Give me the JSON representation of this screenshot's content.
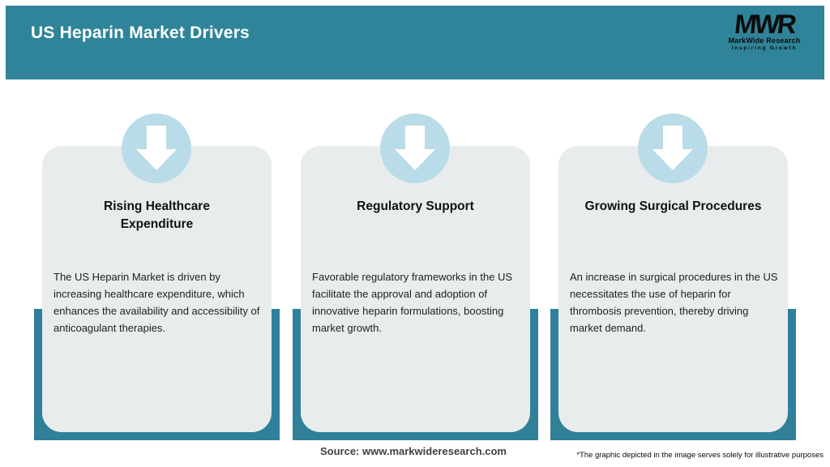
{
  "header": {
    "title": "US Heparin Market Drivers",
    "logo": {
      "acronym": "MWR",
      "name": "MarkWide Research",
      "tagline": "Inspiring Growth"
    }
  },
  "cards": [
    {
      "icon": "down-arrow-icon",
      "title": "Rising Healthcare Expenditure",
      "description": "The US Heparin Market is driven by increasing healthcare expenditure, which enhances the availability and accessibility of anticoagulant therapies."
    },
    {
      "icon": "down-arrow-icon",
      "title": "Regulatory Support",
      "description": "Favorable regulatory frameworks in the US facilitate the approval and adoption of innovative heparin formulations, boosting market growth."
    },
    {
      "icon": "down-arrow-icon",
      "title": "Growing Surgical Procedures",
      "description": "An increase in surgical procedures in the US necessitates the use of heparin for thrombosis prevention, thereby driving market demand."
    }
  ],
  "footer": {
    "source": "Source: www.markwideresearch.com",
    "disclaimer": "*The graphic depicted in the image serves solely for illustrative purposes"
  },
  "colors": {
    "header_teal": "#2f8499",
    "backdrop_teal": "#30809a",
    "card_gray": "#e9eced",
    "circle_blue": "#b9dce8",
    "title_white": "#ffffff",
    "text_dark": "#212121"
  }
}
